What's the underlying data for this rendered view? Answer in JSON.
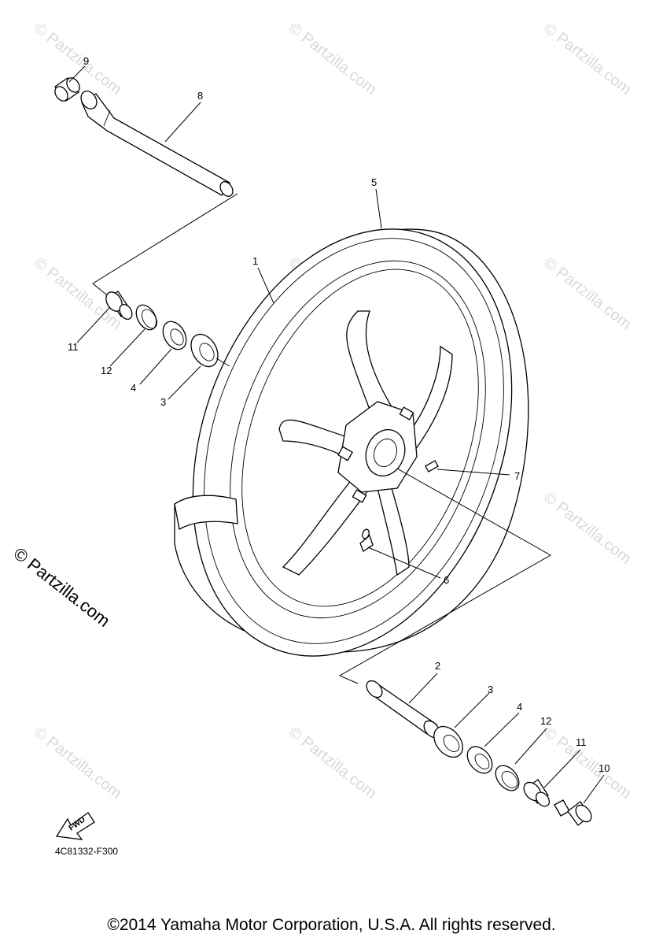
{
  "watermark": {
    "text": "© Partzilla.com",
    "color": "#d9d9d9"
  },
  "side_watermark": "© Partzilla.com",
  "drawing_number": "4C81332-F300",
  "fwd_label": "FWD",
  "copyright": "©2014 Yamaha Motor Corporation, U.S.A. All rights reserved.",
  "callouts": [
    {
      "id": "9",
      "label": "9"
    },
    {
      "id": "8",
      "label": "8"
    },
    {
      "id": "5",
      "label": "5"
    },
    {
      "id": "1",
      "label": "1"
    },
    {
      "id": "11a",
      "label": "11"
    },
    {
      "id": "12a",
      "label": "12"
    },
    {
      "id": "4a",
      "label": "4"
    },
    {
      "id": "3a",
      "label": "3"
    },
    {
      "id": "7",
      "label": "7"
    },
    {
      "id": "6",
      "label": "6"
    },
    {
      "id": "2",
      "label": "2"
    },
    {
      "id": "3b",
      "label": "3"
    },
    {
      "id": "4b",
      "label": "4"
    },
    {
      "id": "12b",
      "label": "12"
    },
    {
      "id": "11b",
      "label": "11"
    },
    {
      "id": "10",
      "label": "10"
    }
  ]
}
